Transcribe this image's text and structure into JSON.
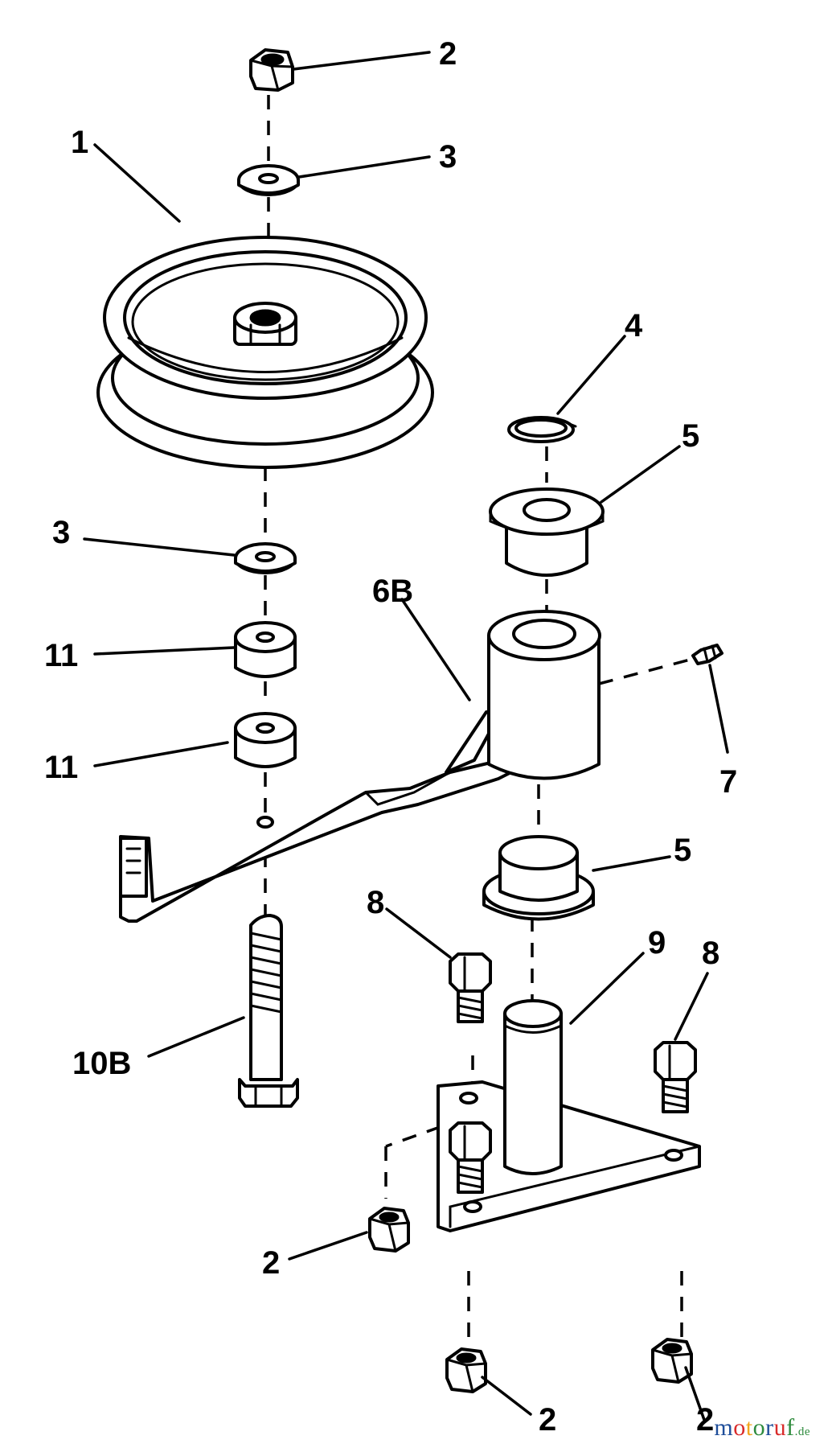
{
  "callouts": {
    "pulley": "1",
    "nut_top": "2",
    "washer_upper": "3",
    "washer_lower": "3",
    "snap_ring": "4",
    "bushing_upper": "5",
    "bushing_lower": "5",
    "idler_arm": "6B",
    "grease_fitting": "7",
    "bolt_left": "8",
    "bolt_right": "8",
    "pivot_tube": "9",
    "carriage_bolt": "10B",
    "spacer_upper": "11",
    "spacer_lower": "11",
    "nut_left": "2",
    "nut_bottom": "2",
    "nut_right": "2"
  },
  "watermark": {
    "brand": "motoruf",
    "tld": ".de",
    "colors": [
      "#1f4e9a",
      "#d92b2b",
      "#f2a51c",
      "#2e8b3d",
      "#1f4e9a",
      "#d92b2b",
      "#2e8b3d"
    ]
  }
}
